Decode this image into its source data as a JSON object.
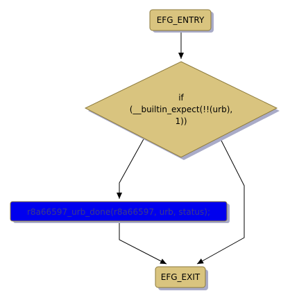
{
  "diagram": {
    "nodes": {
      "entry": {
        "label": "EFG_ENTRY"
      },
      "condition": {
        "line1": "if",
        "line2": "(__builtin_expect(!!(urb),",
        "line3": "1))"
      },
      "call": {
        "label": "r8a66597_urb_done(r8a66597, urb, status);"
      },
      "exit": {
        "label": "EFG_EXIT"
      }
    }
  },
  "colors": {
    "node_fill": "#d9c47f",
    "node_stroke": "#8c7a3c",
    "shadow": "#a9abc8",
    "call_fill": "#0000ee",
    "call_text": "#3a3a8a",
    "edge": "#000000"
  }
}
